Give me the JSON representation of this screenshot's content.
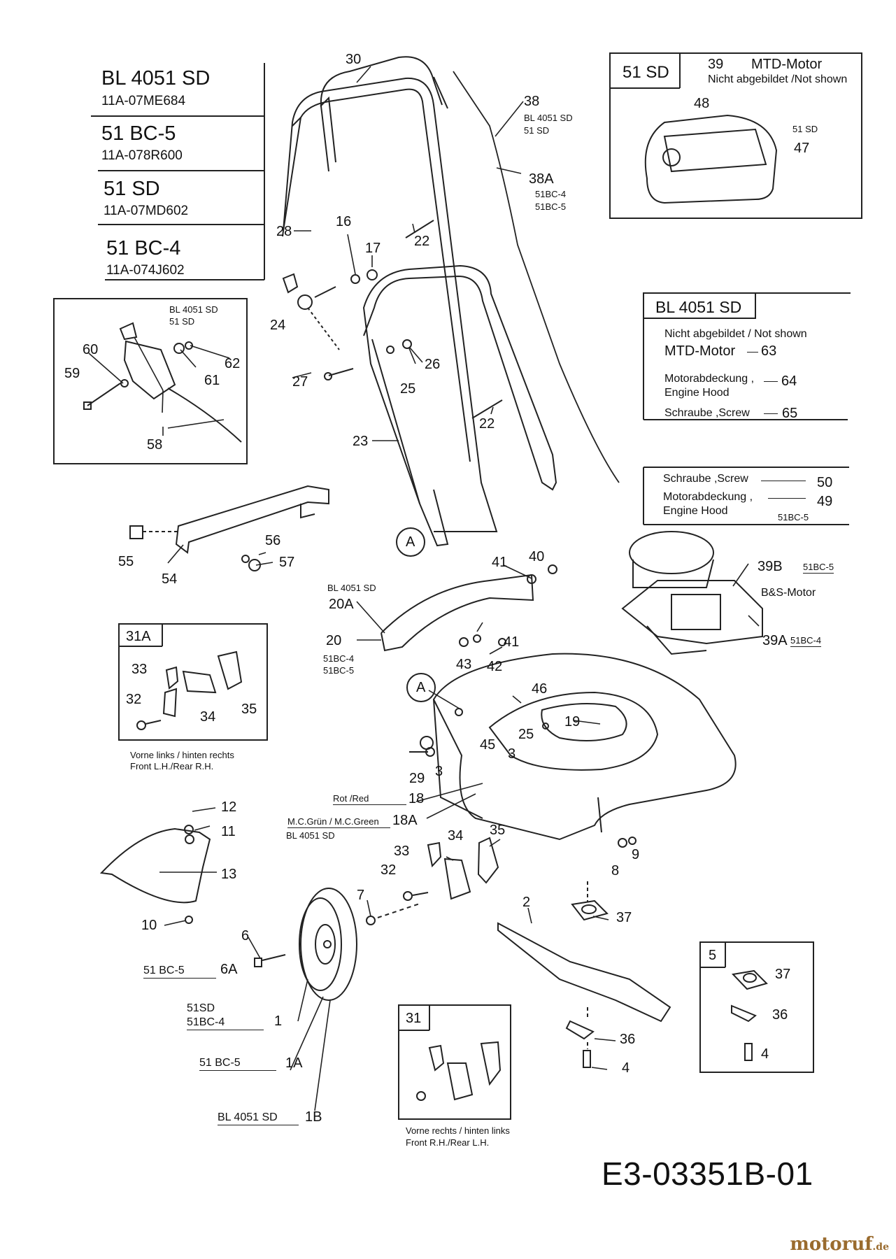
{
  "models": [
    {
      "name": "BL 4051 SD",
      "code": "11A-07ME684"
    },
    {
      "name": "51 BC-5",
      "code": "11A-078R600"
    },
    {
      "name": "51 SD",
      "code": "11A-07MD602"
    },
    {
      "name": "51 BC-4",
      "code": "11A-074J602"
    }
  ],
  "box_51sd": {
    "title": "51 SD",
    "part39": "39",
    "motor": "MTD-Motor",
    "not_shown": "Nicht abgebildet /Not shown",
    "p48": "48",
    "p47": "47",
    "p47_model": "51 SD"
  },
  "box_bl4051": {
    "title": "BL 4051 SD",
    "not_shown": "Nicht abgebildet  / Not shown",
    "motor": "MTD-Motor",
    "motor_no": "63",
    "hood_de": "Motorabdeckung ,",
    "hood_en": "Engine Hood",
    "hood_no": "64",
    "screw": "Schraube ,Screw",
    "screw_no": "65"
  },
  "box_51bc5": {
    "screw": "Schraube ,Screw",
    "screw_no": "50",
    "hood_de": "Motorabdeckung ,",
    "hood_en": "Engine Hood",
    "hood_no": "49",
    "model": "51BC-5"
  },
  "throttle_box": {
    "model1": "BL 4051 SD",
    "model2": "51 SD",
    "p60": "60",
    "p59": "59",
    "p62": "62",
    "p61": "61",
    "p58": "58"
  },
  "box_31a": {
    "title": "31A",
    "p33": "33",
    "p32": "32",
    "p34": "34",
    "p35": "35",
    "caption1": "Vorne links / hinten rechts",
    "caption2": "Front L.H./Rear R.H."
  },
  "box_31": {
    "title": "31",
    "caption1": "Vorne rechts / hinten links",
    "caption2": "Front R.H./Rear L.H."
  },
  "box_5": {
    "title": "5",
    "p37": "37",
    "p36": "36",
    "p4": "4"
  },
  "parts": {
    "p30": "30",
    "p38": "38",
    "p38_m1": "BL 4051 SD",
    "p38_m2": "51 SD",
    "p38A": "38A",
    "p38A_m1": "51BC-4",
    "p38A_m2": "51BC-5",
    "p28": "28",
    "p16": "16",
    "p17": "17",
    "p22a": "22",
    "p22b": "22",
    "p24": "24",
    "p26": "26",
    "p25": "25",
    "p27": "27",
    "p23": "23",
    "pA1": "A",
    "pA2": "A",
    "p55": "55",
    "p54": "54",
    "p56": "56",
    "p57": "57",
    "p41a": "41",
    "p40": "40",
    "p41b": "41",
    "p43": "43",
    "p42": "42",
    "p20A_model": "BL 4051 SD",
    "p20A": "20A",
    "p20": "20",
    "p20_m1": "51BC-4",
    "p20_m2": "51BC-5",
    "p39B": "39B",
    "p39B_model": "51BC-5",
    "bs_motor": "B&S-Motor",
    "p39A": "39A",
    "p39A_model": "51BC-4",
    "p46": "46",
    "p19": "19",
    "p45": "45",
    "p3a": "3",
    "p25b": "25",
    "p29": "29",
    "p3b": "3",
    "rot": "Rot /Red",
    "p18": "18",
    "green": "M.C.Grün / M.C.Green",
    "p18A": "18A",
    "p18A_model": "BL 4051 SD",
    "p12": "12",
    "p11": "11",
    "p13": "13",
    "p10": "10",
    "p33": "33",
    "p34": "34",
    "p35": "35",
    "p32": "32",
    "p9": "9",
    "p8": "8",
    "p7": "7",
    "p6": "6",
    "p6A_model": "51 BC-5",
    "p6A": "6A",
    "p1_m1": "51SD",
    "p1_m2": "51BC-4",
    "p1": "1",
    "p1A_model": "51 BC-5",
    "p1A": "1A",
    "p1B_model": "BL 4051 SD",
    "p1B": "1B",
    "p2": "2",
    "p37": "37",
    "p36": "36",
    "p4": "4"
  },
  "part_number": "E3-03351B-01",
  "watermark": "motoruf",
  "watermark_tld": ".de"
}
